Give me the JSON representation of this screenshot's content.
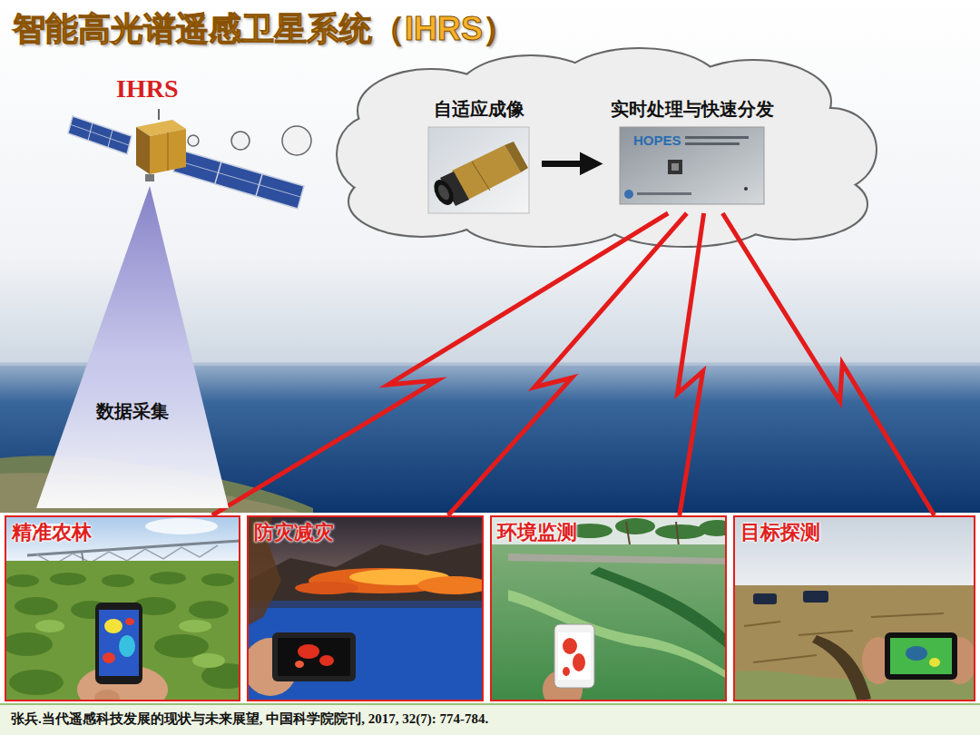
{
  "diagram": {
    "title": "智能高光谱遥感卫星系统（IHRS）",
    "caption": "张兵.当代遥感科技发展的现状与未来展望, 中国科学院院刊, 2017, 32(7): 774-784.",
    "nodes": [
      {
        "text": [
          "数据采集"
        ]
      },
      {
        "text": [
          "自适应成像"
        ]
      },
      {
        "text": [
          "实时处理与快速分发"
        ]
      },
      {
        "text": [
          "精准农林"
        ]
      },
      {
        "text": [
          "防灾减灾"
        ]
      },
      {
        "text": [
          "环境监测"
        ]
      },
      {
        "text": [
          "目标探测"
        ]
      }
    ],
    "edges": [
      {
        "from": 1,
        "to": 2,
        "arrow": "to"
      },
      {
        "from": 2,
        "to": 3,
        "arrow": "none"
      },
      {
        "from": 2,
        "to": 4,
        "arrow": "none"
      },
      {
        "from": 2,
        "to": 5,
        "arrow": "none"
      },
      {
        "from": 2,
        "to": 6,
        "arrow": "none"
      }
    ],
    "labels": [
      "IHRS",
      "HOPES"
    ]
  }
}
